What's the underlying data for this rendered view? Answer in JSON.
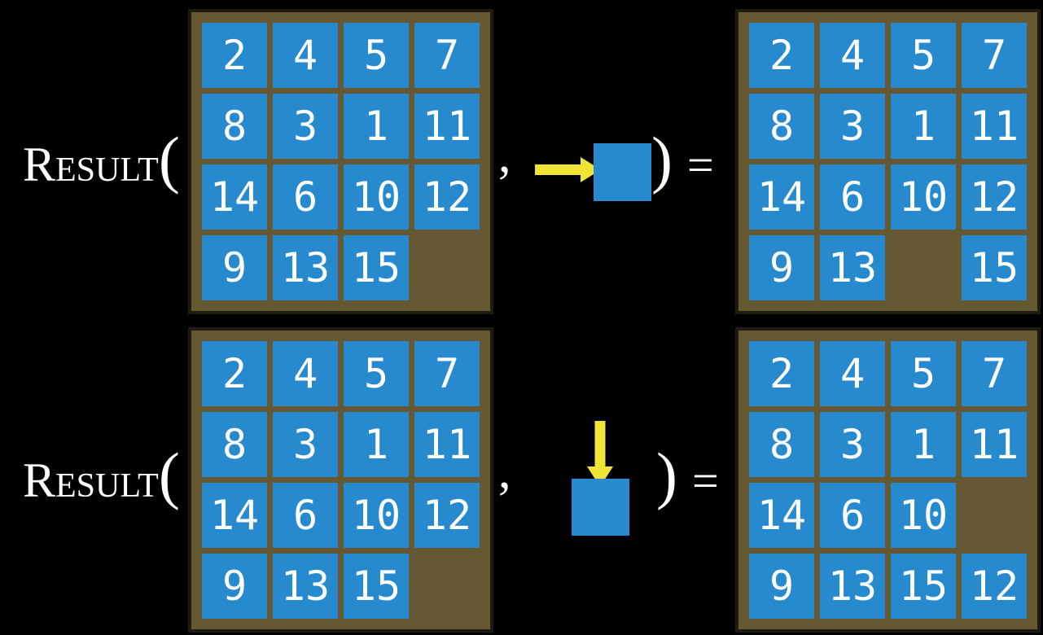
{
  "figure": {
    "function_name": "Result",
    "open_paren": "(",
    "comma": ",",
    "close_paren": ")",
    "equals": "="
  },
  "colors": {
    "background": "#000000",
    "board_background": "#665833",
    "board_border": "#201b11",
    "tile_blue": "#2789CE",
    "tile_text": "#FFFFFF",
    "arrow_yellow": "#F0E338",
    "text_white": "#FFFFFF"
  },
  "icons": {
    "example_1_arrow": "right-arrow-icon",
    "example_2_arrow": "down-arrow-icon"
  },
  "examples": [
    {
      "id": "move-right",
      "action_arrow_direction": "right",
      "input_board": [
        [
          "2",
          "4",
          "5",
          "7"
        ],
        [
          "8",
          "3",
          "1",
          "11"
        ],
        [
          "14",
          "6",
          "10",
          "12"
        ],
        [
          "9",
          "13",
          "15",
          ""
        ]
      ],
      "output_board": [
        [
          "2",
          "4",
          "5",
          "7"
        ],
        [
          "8",
          "3",
          "1",
          "11"
        ],
        [
          "14",
          "6",
          "10",
          "12"
        ],
        [
          "9",
          "13",
          "",
          "15"
        ]
      ]
    },
    {
      "id": "move-down",
      "action_arrow_direction": "down",
      "input_board": [
        [
          "2",
          "4",
          "5",
          "7"
        ],
        [
          "8",
          "3",
          "1",
          "11"
        ],
        [
          "14",
          "6",
          "10",
          "12"
        ],
        [
          "9",
          "13",
          "15",
          ""
        ]
      ],
      "output_board": [
        [
          "2",
          "4",
          "5",
          "7"
        ],
        [
          "8",
          "3",
          "1",
          "11"
        ],
        [
          "14",
          "6",
          "10",
          ""
        ],
        [
          "9",
          "13",
          "15",
          "12"
        ]
      ]
    }
  ]
}
